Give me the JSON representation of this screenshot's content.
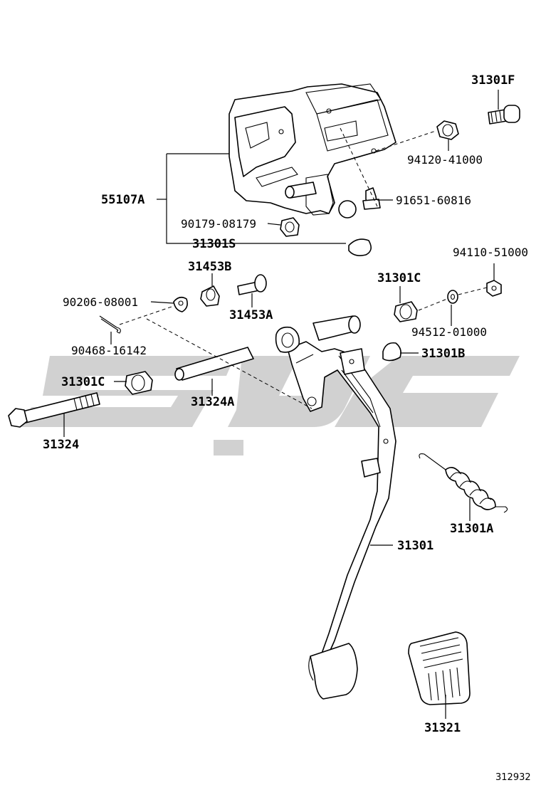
{
  "watermark": {
    "color": "#c9c9c9"
  },
  "labels": {
    "l31301F": "31301F",
    "l94120": "94120-41000",
    "l91651": "91651-60816",
    "l55107A": "55107A",
    "l90179": "90179-08179",
    "l31301S": "31301S",
    "l31453B": "31453B",
    "l31453A": "31453A",
    "l90206": "90206-08001",
    "l90468": "90468-16142",
    "l94110": "94110-51000",
    "l31301C_r": "31301C",
    "l94512": "94512-01000",
    "l31301B": "31301B",
    "l31301C_l": "31301C",
    "l31324A": "31324A",
    "l31324": "31324",
    "l31301A": "31301A",
    "l31301": "31301",
    "l31321": "31321"
  },
  "diagram_id": "312932"
}
